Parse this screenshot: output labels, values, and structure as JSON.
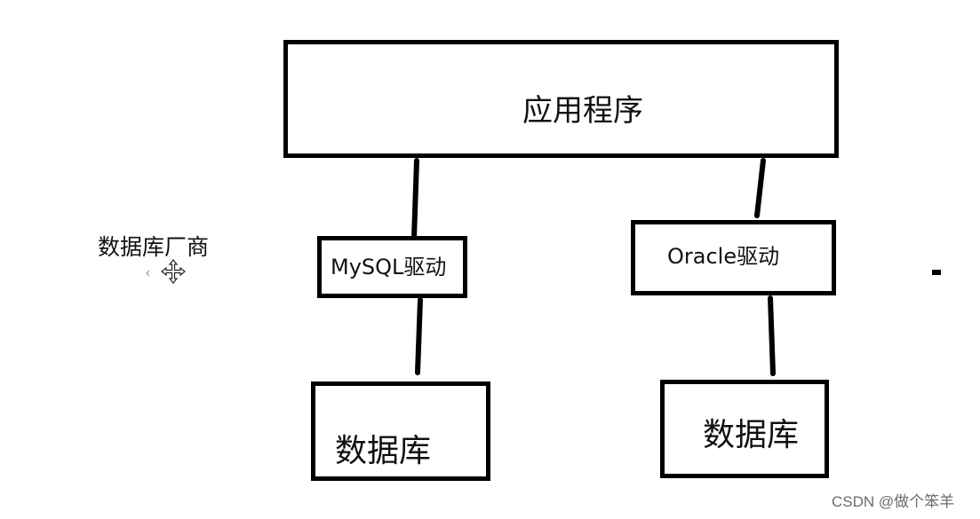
{
  "diagram": {
    "application": {
      "label": "应用程序"
    },
    "vendor_label": "数据库厂商",
    "drivers": [
      {
        "label": "MySQL驱动"
      },
      {
        "label": "Oracle驱动"
      }
    ],
    "databases": [
      {
        "label": "数据库"
      },
      {
        "label": "数据库"
      }
    ]
  },
  "watermark": "CSDN @做个笨羊"
}
